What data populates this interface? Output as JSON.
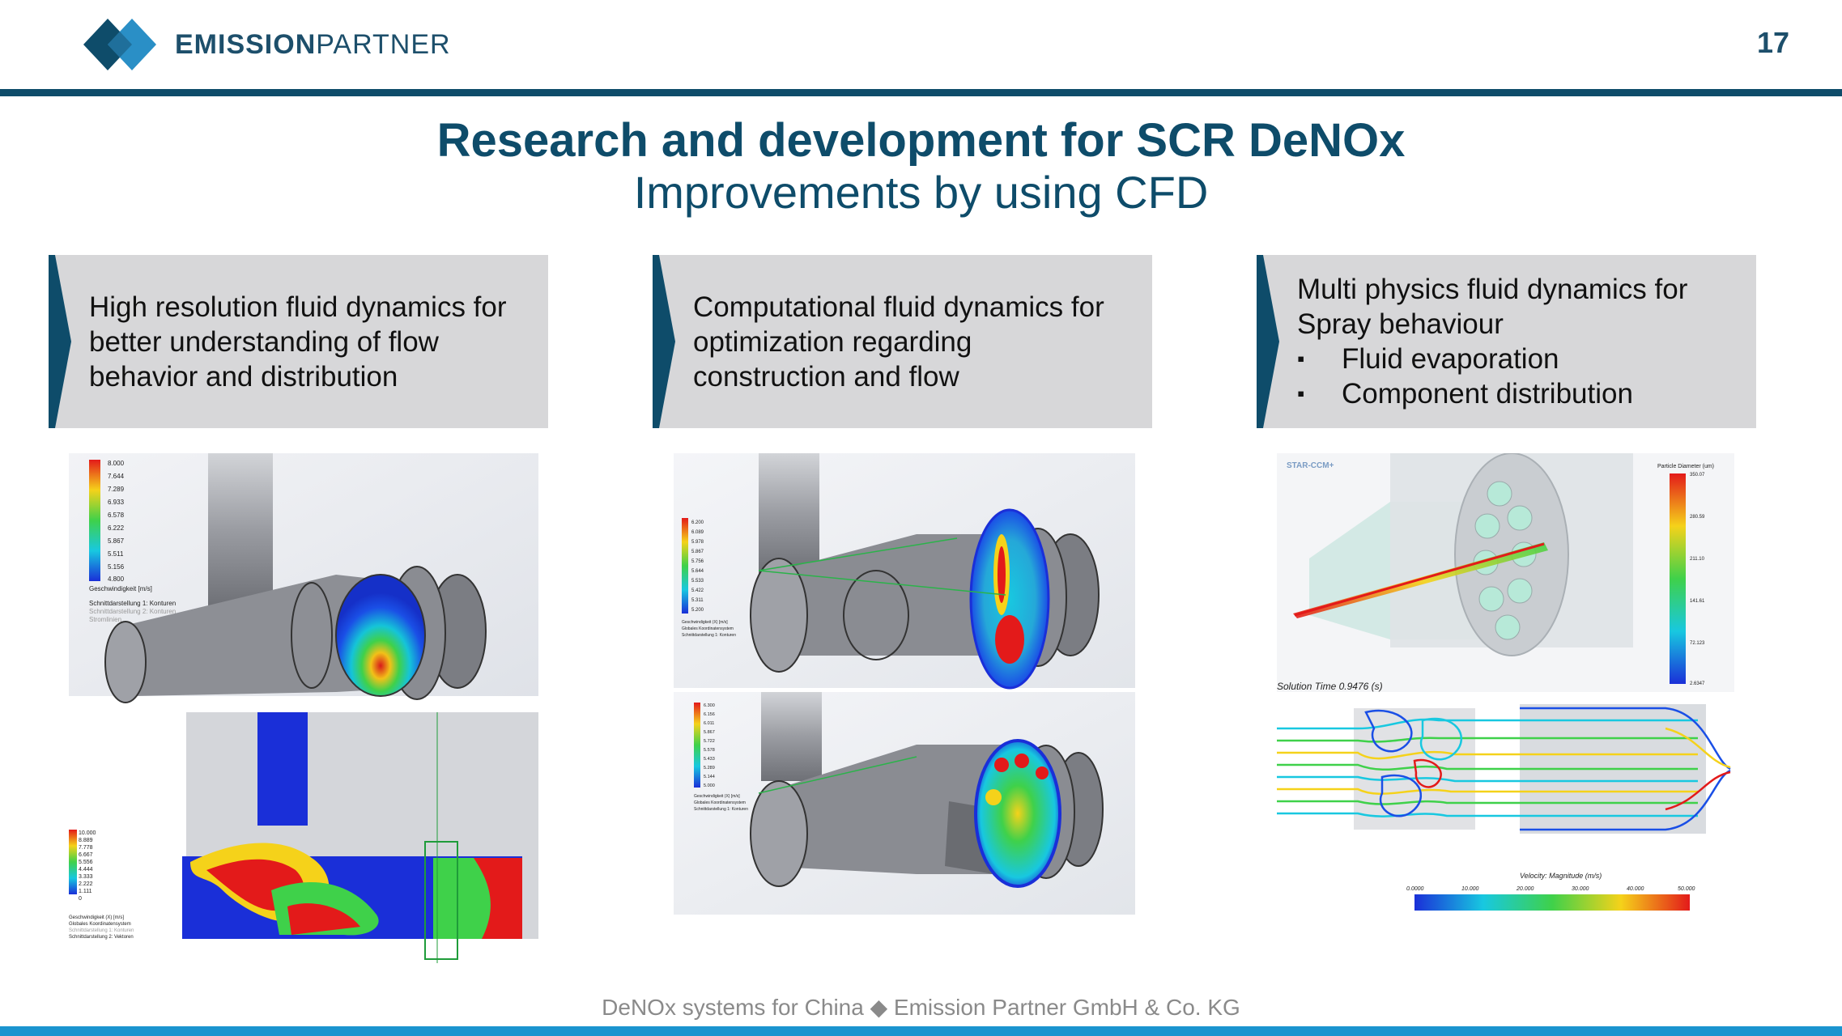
{
  "header": {
    "logo_bold": "EMISSION",
    "logo_light": "PARTNER",
    "page_number": "17"
  },
  "title": "Research and development for SCR DeNOx",
  "subtitle": "Improvements by using CFD",
  "columns": [
    {
      "lines": [
        "High resolution fluid dynamics for",
        "better understanding of flow",
        "behavior and distribution"
      ]
    },
    {
      "lines": [
        "Computational fluid dynamics for",
        "optimization regarding",
        "construction and flow"
      ]
    },
    {
      "lines": [
        "Multi physics fluid dynamics for",
        "Spray behaviour"
      ],
      "bullets": [
        "Fluid evaporation",
        "Component distribution"
      ]
    }
  ],
  "bullet_symbol": "▪",
  "panel1": {
    "legend_top": [
      "8.000",
      "7.644",
      "7.289",
      "6.933",
      "6.578",
      "6.222",
      "5.867",
      "5.511",
      "5.156",
      "4.800"
    ],
    "legend_top_caption": "Geschwindigkeit [m/s]",
    "legend_top_caption2": "Schnittdarstellung 1: Konturen",
    "legend_top_caption3": "Schnittdarstellung 2: Konturen",
    "legend_top_caption4": "Stromlinien",
    "legend_bottom": [
      "10.000",
      "8.889",
      "7.778",
      "6.667",
      "5.556",
      "4.444",
      "3.333",
      "2.222",
      "1.111",
      "0"
    ],
    "legend_bottom_caption": "Geschwindigkeit (X) [m/s]",
    "legend_bottom_caption2": "Globales Koordinatensystem",
    "legend_bottom_caption3": "Schnittdarstellung 1: Konturen",
    "legend_bottom_caption4": "Schnittdarstellung 2: Vektoren"
  },
  "panel2": {
    "legend_top": [
      "6.200",
      "6.089",
      "5.978",
      "5.867",
      "5.756",
      "5.644",
      "5.533",
      "5.422",
      "5.311",
      "5.200"
    ],
    "legend_top_caption": "Geschwindigkeit (X) [m/s]",
    "legend_top_caption2": "Globales Koordinatensystem",
    "legend_top_caption3": "Schnittdarstellung 1: Konturen",
    "legend_bottom": [
      "6.300",
      "6.156",
      "6.011",
      "5.867",
      "5.722",
      "5.578",
      "5.433",
      "5.289",
      "5.144",
      "5.000"
    ],
    "legend_bottom_caption": "Geschwindigkeit (X) [m/s]",
    "legend_bottom_caption2": "Globales Koordinatensystem",
    "legend_bottom_caption3": "Schnittdarstellung 1: Konturen"
  },
  "panel3": {
    "brand": "STAR-CCM+",
    "legend_title": "Particle Diameter (um)",
    "legend_values": [
      "350.07",
      "280.59",
      "211.10",
      "141.61",
      "72.123",
      "2.6347"
    ],
    "solution_time": "Solution Time 0.9476 (s)",
    "velocity_title": "Velocity: Magnitude (m/s)",
    "velocity_ticks": [
      "0.0000",
      "10.000",
      "20.000",
      "30.000",
      "40.000",
      "50.000"
    ]
  },
  "footer": "DeNOx systems for China ◆ Emission Partner GmbH & Co. KG",
  "colors": {
    "brand_dark": "#0e4c6a",
    "brand_light": "#1a94cf",
    "box_bg": "#d7d7d9"
  }
}
